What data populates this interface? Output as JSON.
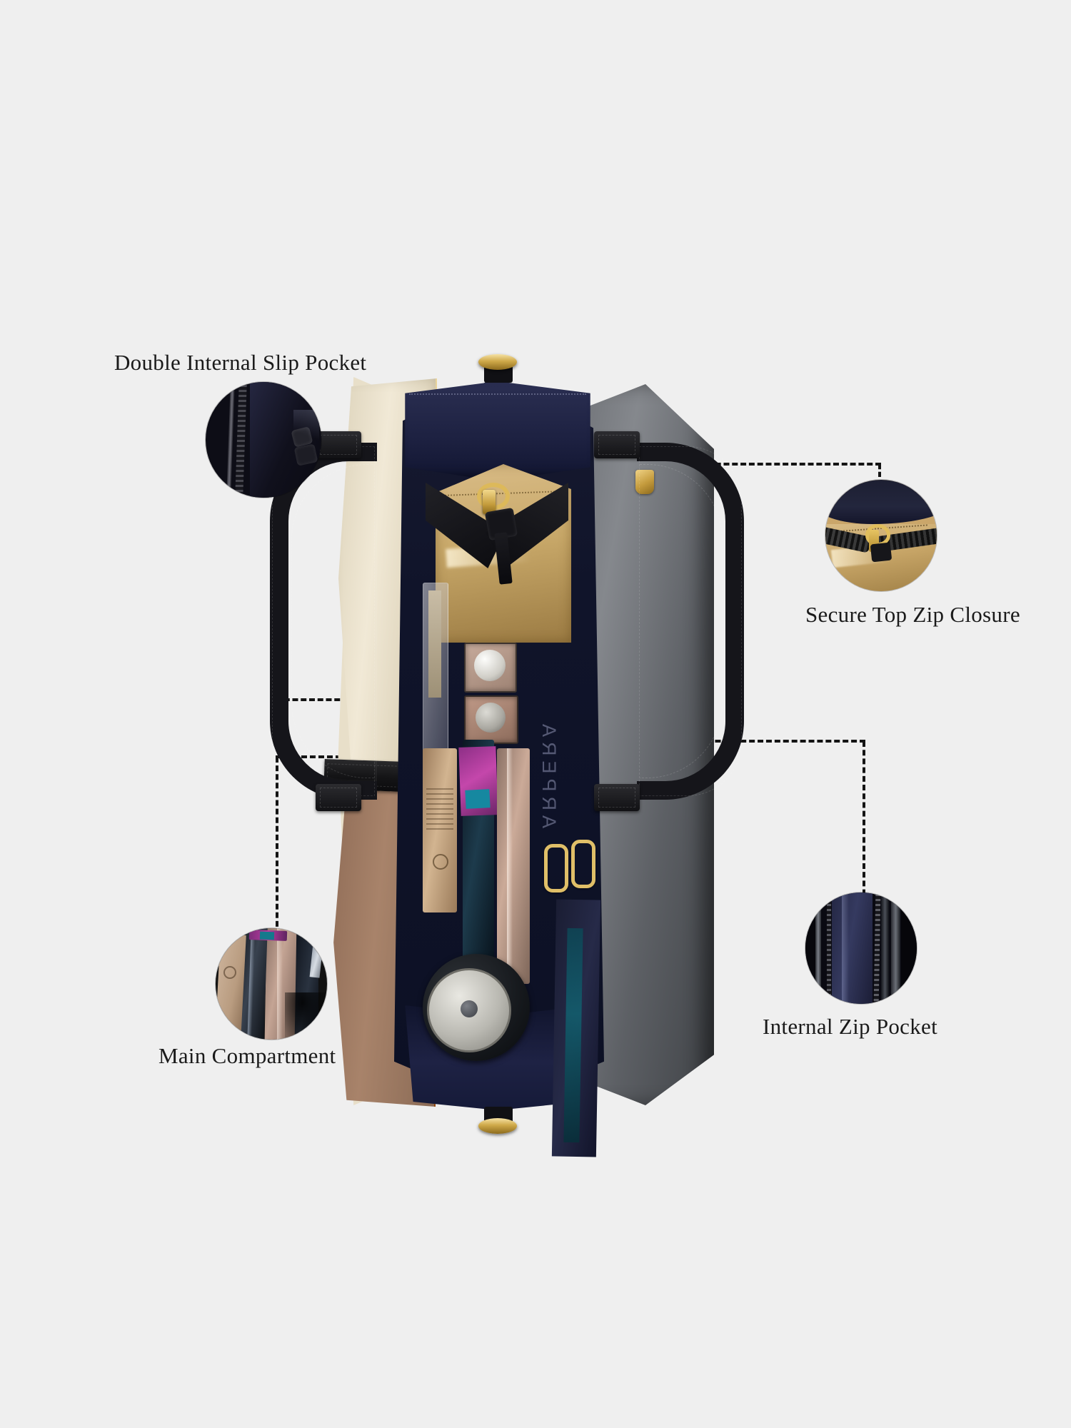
{
  "page": {
    "background_color": "#efefef",
    "product": "structured tote handbag - interior feature view"
  },
  "callouts": [
    {
      "id": "double-internal-slip-pocket",
      "label": "Double Internal Slip Pocket",
      "position": "top-left",
      "detail_subject": "navy slip pocket with zip tape and leather tabs"
    },
    {
      "id": "secure-top-zip-closure",
      "label": "Secure Top Zip Closure",
      "position": "top-right",
      "detail_subject": "gold zip pull on black tape over tan interior panel"
    },
    {
      "id": "main-compartment",
      "label": "Main Compartment",
      "position": "bottom-left",
      "detail_subject": "cosmetic tubes in rose gold, black and purple"
    },
    {
      "id": "internal-zip-pocket",
      "label": "Internal Zip Pocket",
      "position": "bottom-right",
      "detail_subject": "navy lined zip pocket with dark zip teeth"
    }
  ],
  "bag": {
    "interior_lining_color": "#1d2141",
    "exterior_grey_color": "#6e7176",
    "exterior_cream_color": "#e8dfc9",
    "exterior_tan_color": "#a8836a",
    "edge_paint_color": "#d2691e",
    "hardware_color": "#cfa949",
    "leather_trim_color": "#15151a",
    "brand_text": "ARPERA"
  },
  "leader_lines": {
    "style": "dashed",
    "color": "#141414",
    "arrowheads": true
  }
}
